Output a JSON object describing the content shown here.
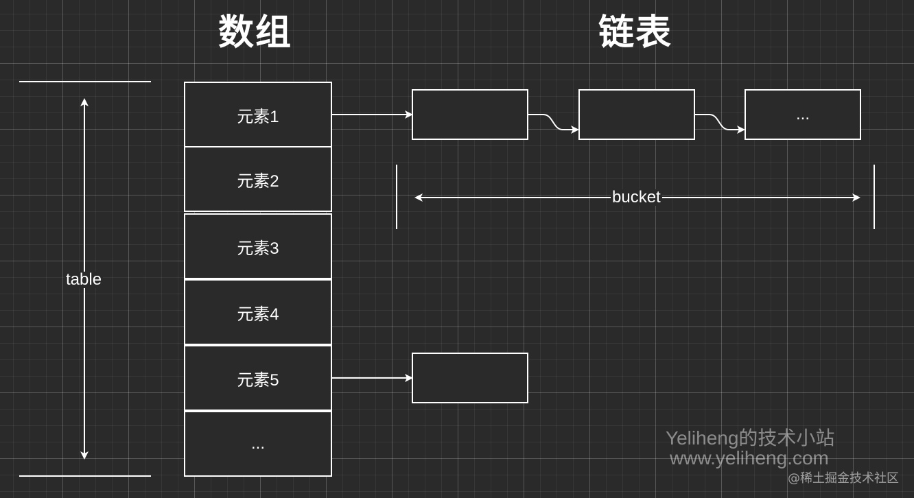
{
  "titles": {
    "array": "数组",
    "list": "链表"
  },
  "array": {
    "cells": [
      "元素1",
      "元素2",
      "元素3",
      "元素4",
      "元素5",
      "..."
    ]
  },
  "list": {
    "node_ellipsis": "..."
  },
  "labels": {
    "table": "table",
    "bucket": "bucket"
  },
  "watermark": {
    "line1": "Yeliheng的技术小站",
    "line2": "www.yeliheng.com",
    "juejin": "@稀土掘金技术社区"
  },
  "colors": {
    "background": "#2a2a2a",
    "stroke": "#ffffff"
  }
}
